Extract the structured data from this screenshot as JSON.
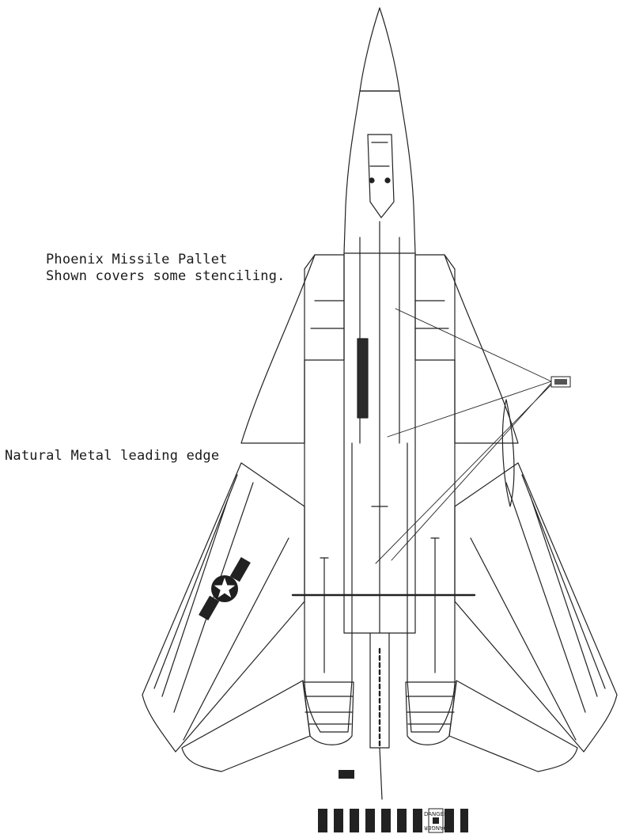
{
  "annotations": {
    "pallet_line1": "Phoenix Missile Pallet",
    "pallet_line2": "Shown covers some stenciling.",
    "leading_edge": "Natural Metal leading edge"
  },
  "stencils": {
    "danger_label": "DANGER"
  },
  "icons": {
    "roundel": "us-star-and-bar-insignia"
  },
  "colors": {
    "ink": "#1a1a1a",
    "paper": "#ffffff"
  }
}
